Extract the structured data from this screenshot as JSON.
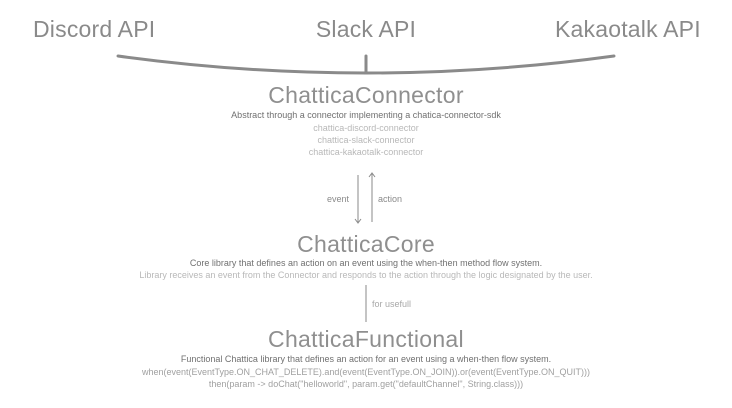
{
  "apis": [
    "Discord API",
    "Slack API",
    "Kakaotalk API"
  ],
  "connector": {
    "title": "ChatticaConnector",
    "description": "Abstract through a connector implementing a chatica-connector-sdk",
    "items": [
      "chattica-discord-connector",
      "chattica-slack-connector",
      "chattica-kakaotalk-connector"
    ]
  },
  "flow": {
    "event_label": "event",
    "action_label": "action",
    "usefull_label": "for usefull"
  },
  "core": {
    "title": "ChatticaCore",
    "description": "Core library that defines an action on an event using the when-then method flow system.",
    "detail": "Library receives an event from the Connector and responds to the action through the logic designated by the user."
  },
  "functional": {
    "title": "ChatticaFunctional",
    "description": "Functional Chattica library that defines an action for an event using a when-then flow system.",
    "code_line1": "when(event(EventType.ON_CHAT_DELETE).and(event(EventType.ON_JOIN)).or(event(EventType.ON_QUIT)))",
    "code_line2": "then(param -> doChat(\"helloworld\", param.get(\"defaultChannel\", String.class)))"
  },
  "colors": {
    "line": "#8a8a8a",
    "title": "#8f8f8f",
    "faint": "#b8b8b8"
  }
}
